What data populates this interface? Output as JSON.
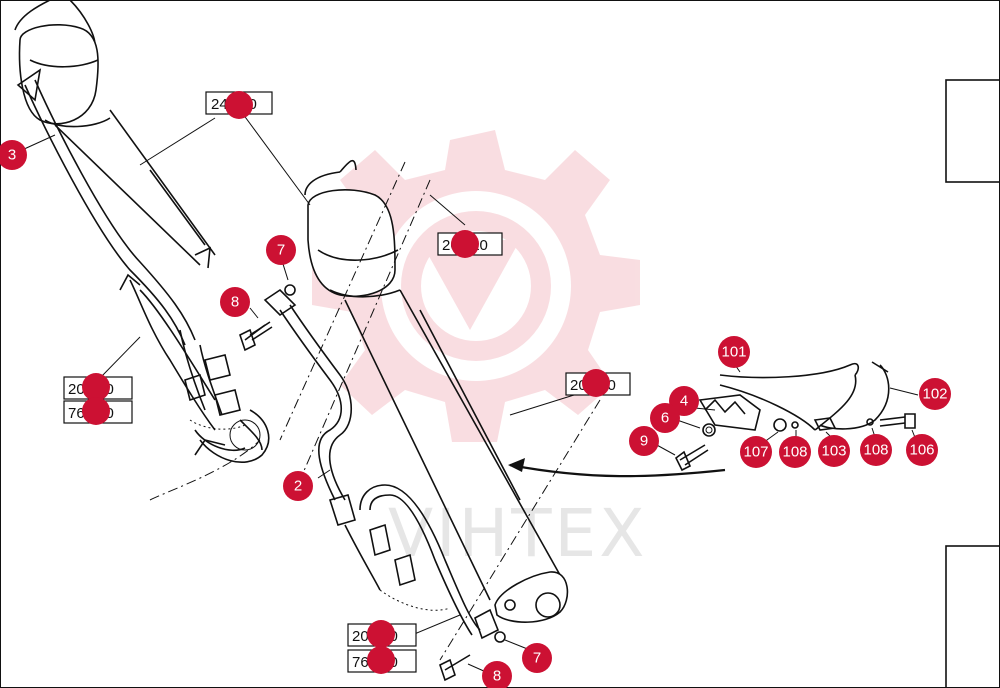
{
  "watermark": {
    "text": "VIHTEX",
    "gear_color": "#f2b6bd"
  },
  "accent_color": "#cc1133",
  "reference_boxes": [
    {
      "id": "ref-24020",
      "label": "24.020"
    },
    {
      "id": "ref-20310-a",
      "label": "20.310"
    },
    {
      "id": "ref-20310-b",
      "label": "20.310"
    },
    {
      "id": "ref-20600-a",
      "label": "20.600"
    },
    {
      "id": "ref-76210-a",
      "label": "76.210"
    },
    {
      "id": "ref-20600-b",
      "label": "20.600"
    },
    {
      "id": "ref-76210-b",
      "label": "76.210"
    }
  ],
  "callouts": [
    {
      "id": "callout-3",
      "label": "3"
    },
    {
      "id": "callout-7-top",
      "label": "7"
    },
    {
      "id": "callout-8-top",
      "label": "8"
    },
    {
      "id": "callout-2",
      "label": "2"
    },
    {
      "id": "callout-7-bottom",
      "label": "7"
    },
    {
      "id": "callout-8-bottom",
      "label": "8"
    },
    {
      "id": "callout-101",
      "label": "101"
    },
    {
      "id": "callout-102",
      "label": "102"
    },
    {
      "id": "callout-4",
      "label": "4"
    },
    {
      "id": "callout-6",
      "label": "6"
    },
    {
      "id": "callout-9",
      "label": "9"
    },
    {
      "id": "callout-107",
      "label": "107"
    },
    {
      "id": "callout-108-a",
      "label": "108"
    },
    {
      "id": "callout-103",
      "label": "103"
    },
    {
      "id": "callout-108-b",
      "label": "108"
    },
    {
      "id": "callout-106",
      "label": "106"
    }
  ]
}
